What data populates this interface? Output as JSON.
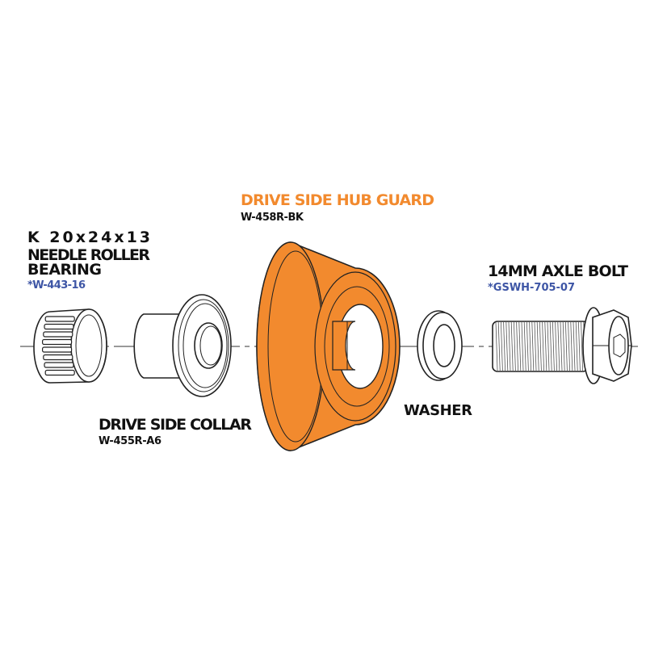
{
  "colors": {
    "accent": "#F28A2E",
    "part_number_blue": "#3D55A5",
    "text": "#111111"
  },
  "parts": {
    "bearing": {
      "name_lines": [
        "K 20x24x13",
        "NEEDLE ROLLER",
        "BEARING"
      ],
      "part_number": "*W-443-16"
    },
    "hub_guard": {
      "name": "DRIVE SIDE HUB GUARD",
      "part_number": "W-458R-BK"
    },
    "axle_bolt": {
      "name": "14MM AXLE BOLT",
      "part_number": "*GSWH-705-07"
    },
    "washer": {
      "name": "WASHER"
    },
    "collar": {
      "name": "DRIVE SIDE COLLAR",
      "part_number": "W-455R-A6"
    }
  }
}
